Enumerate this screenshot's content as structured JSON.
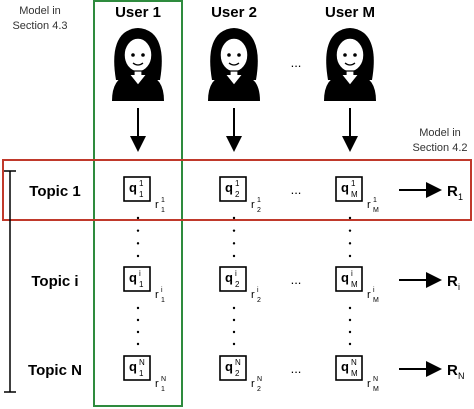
{
  "notes": {
    "model_43": [
      "Model in",
      "Section 4.3"
    ],
    "model_42": [
      "Model in",
      "Section 4.2"
    ]
  },
  "users": [
    {
      "label": "User 1",
      "sub": "1"
    },
    {
      "label": "User 2",
      "sub": "2"
    },
    {
      "label": "User M",
      "sub": "M"
    }
  ],
  "topics": [
    {
      "label": "Topic 1",
      "sup": "1",
      "R": "R",
      "Rsub": "1"
    },
    {
      "label": "Topic i",
      "sup": "i",
      "R": "R",
      "Rsub": "i"
    },
    {
      "label": "Topic N",
      "sup": "N",
      "R": "R",
      "Rsub": "N"
    }
  ],
  "cell_q": "q",
  "cell_r": "r",
  "ellipsis": "...",
  "colors": {
    "highlight_row": "#c0392b",
    "highlight_col": "#2e8b3e",
    "ink": "#000000"
  }
}
